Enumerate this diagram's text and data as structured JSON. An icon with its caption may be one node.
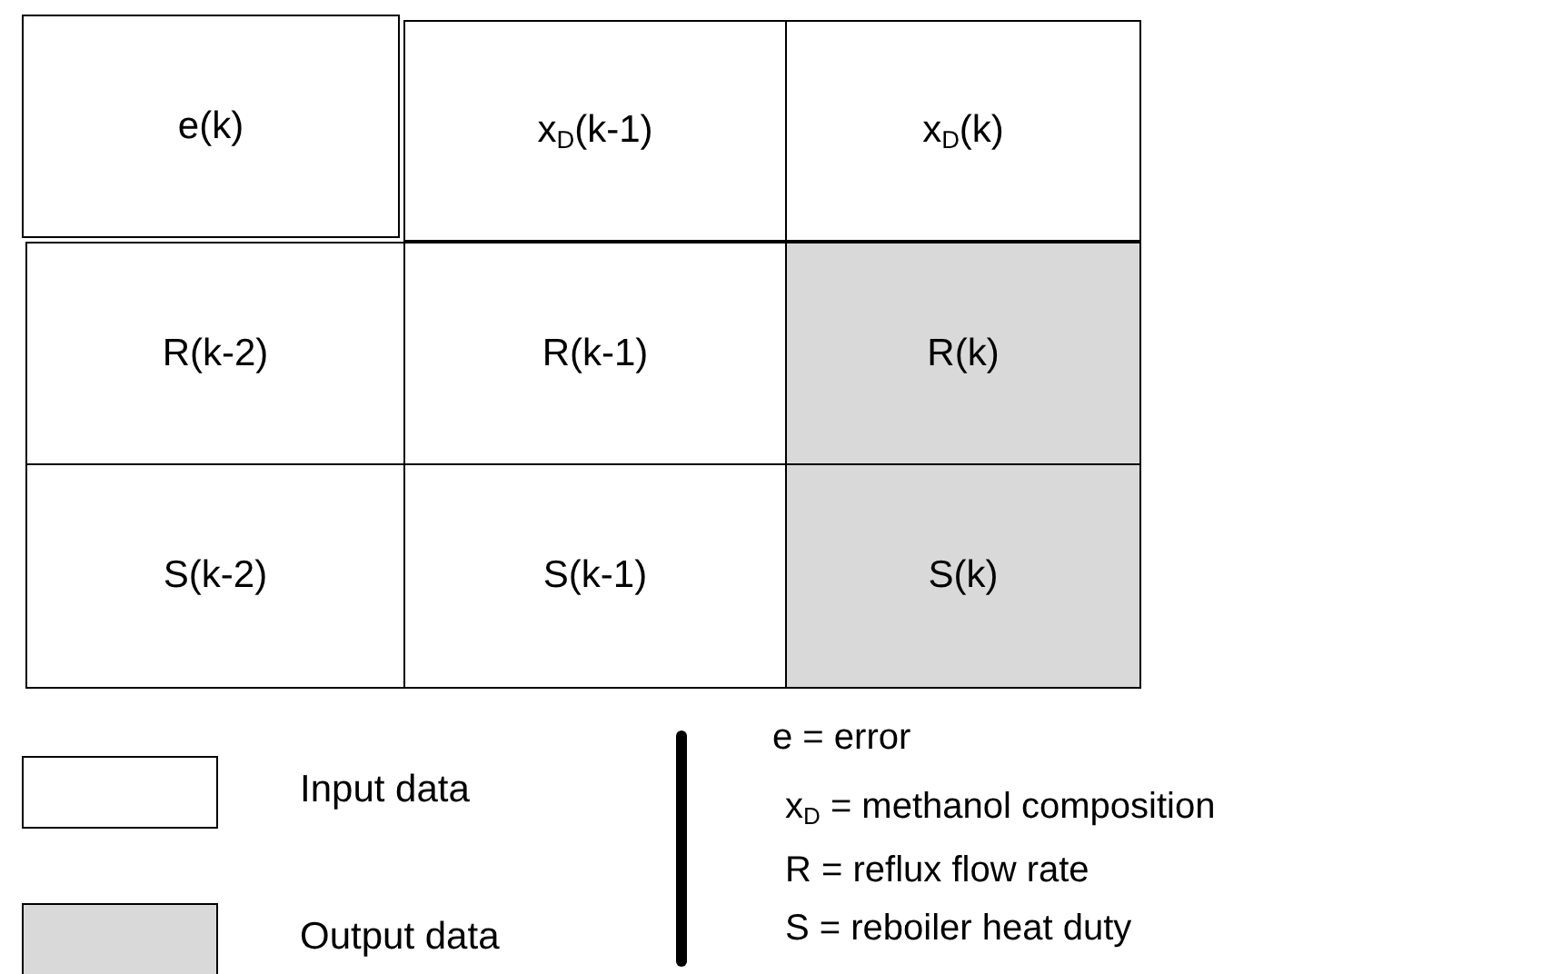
{
  "diagram": {
    "nodes": [
      {
        "text": [
          "e(k)"
        ]
      },
      {
        "text": [
          "x$_{D}$(k-1)"
        ]
      },
      {
        "text": [
          "x$_{D}$(k)"
        ]
      },
      {
        "text": [
          "R(k-2)"
        ]
      },
      {
        "text": [
          "R(k-1)"
        ]
      },
      {
        "text": [
          "R(k)"
        ]
      },
      {
        "text": [
          "S(k-2)"
        ]
      },
      {
        "text": [
          "S(k-1)"
        ]
      },
      {
        "text": [
          "S(k)"
        ]
      }
    ],
    "edges": [],
    "labels": [
      "e  =  error",
      "x$_{D}$ = methanol composition",
      "R = reflux flow rate",
      "S = reboiler heat duty"
    ],
    "legend": [
      {
        "text": "Input data",
        "color": "#ffffff"
      },
      {
        "text": "Output data",
        "color": "#d9d9d9"
      }
    ]
  }
}
